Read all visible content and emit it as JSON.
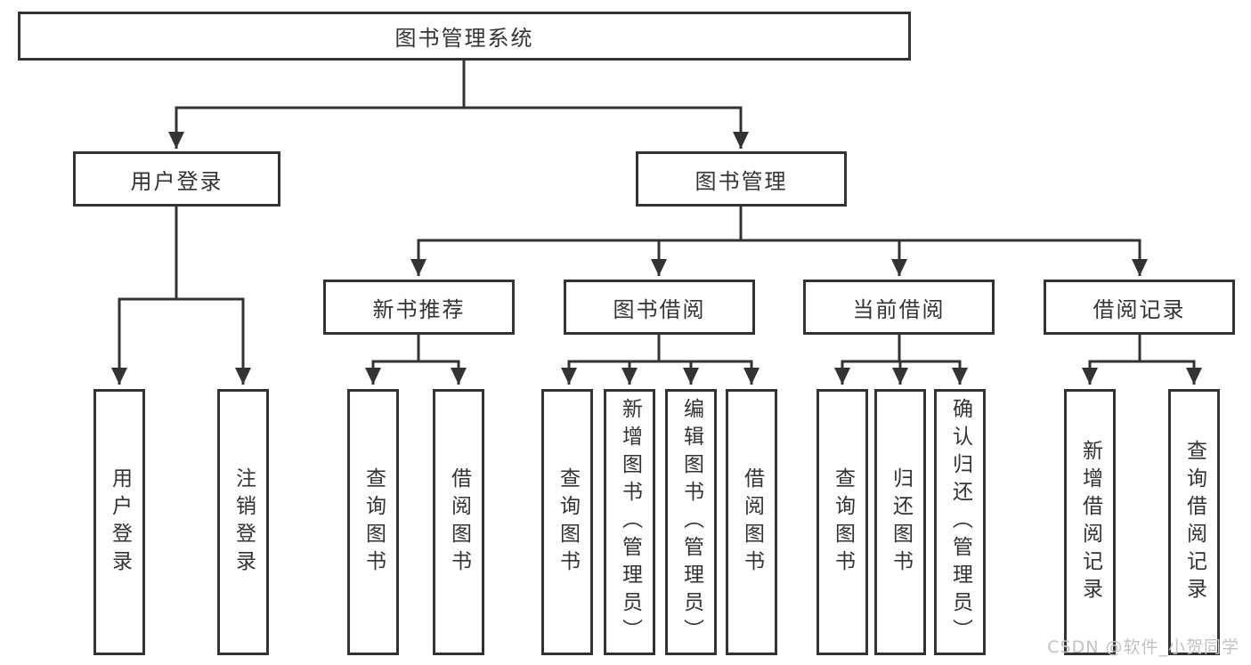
{
  "diagram": {
    "title": "图书管理系统",
    "branches": [
      {
        "label": "用户登录",
        "children": [
          {
            "label": "用户登录"
          },
          {
            "label": "注销登录"
          }
        ]
      },
      {
        "label": "图书管理",
        "children": [
          {
            "label": "新书推荐",
            "children": [
              {
                "label": "查询图书"
              },
              {
                "label": "借阅图书"
              }
            ]
          },
          {
            "label": "图书借阅",
            "children": [
              {
                "label": "查询图书"
              },
              {
                "label": "新增图书（管理员）"
              },
              {
                "label": "编辑图书（管理员）"
              },
              {
                "label": "借阅图书"
              }
            ]
          },
          {
            "label": "当前借阅",
            "children": [
              {
                "label": "查询图书"
              },
              {
                "label": "归还图书"
              },
              {
                "label": "确认归还（管理员）"
              }
            ]
          },
          {
            "label": "借阅记录",
            "children": [
              {
                "label": "新增借阅记录"
              },
              {
                "label": "查询借阅记录"
              }
            ]
          }
        ]
      }
    ],
    "colors": {
      "line": "#333333",
      "text": "#333333",
      "background": "#ffffff",
      "watermark": "#c3c1c1"
    }
  },
  "watermark": {
    "text": "CSDN @软件_小贺同学"
  }
}
